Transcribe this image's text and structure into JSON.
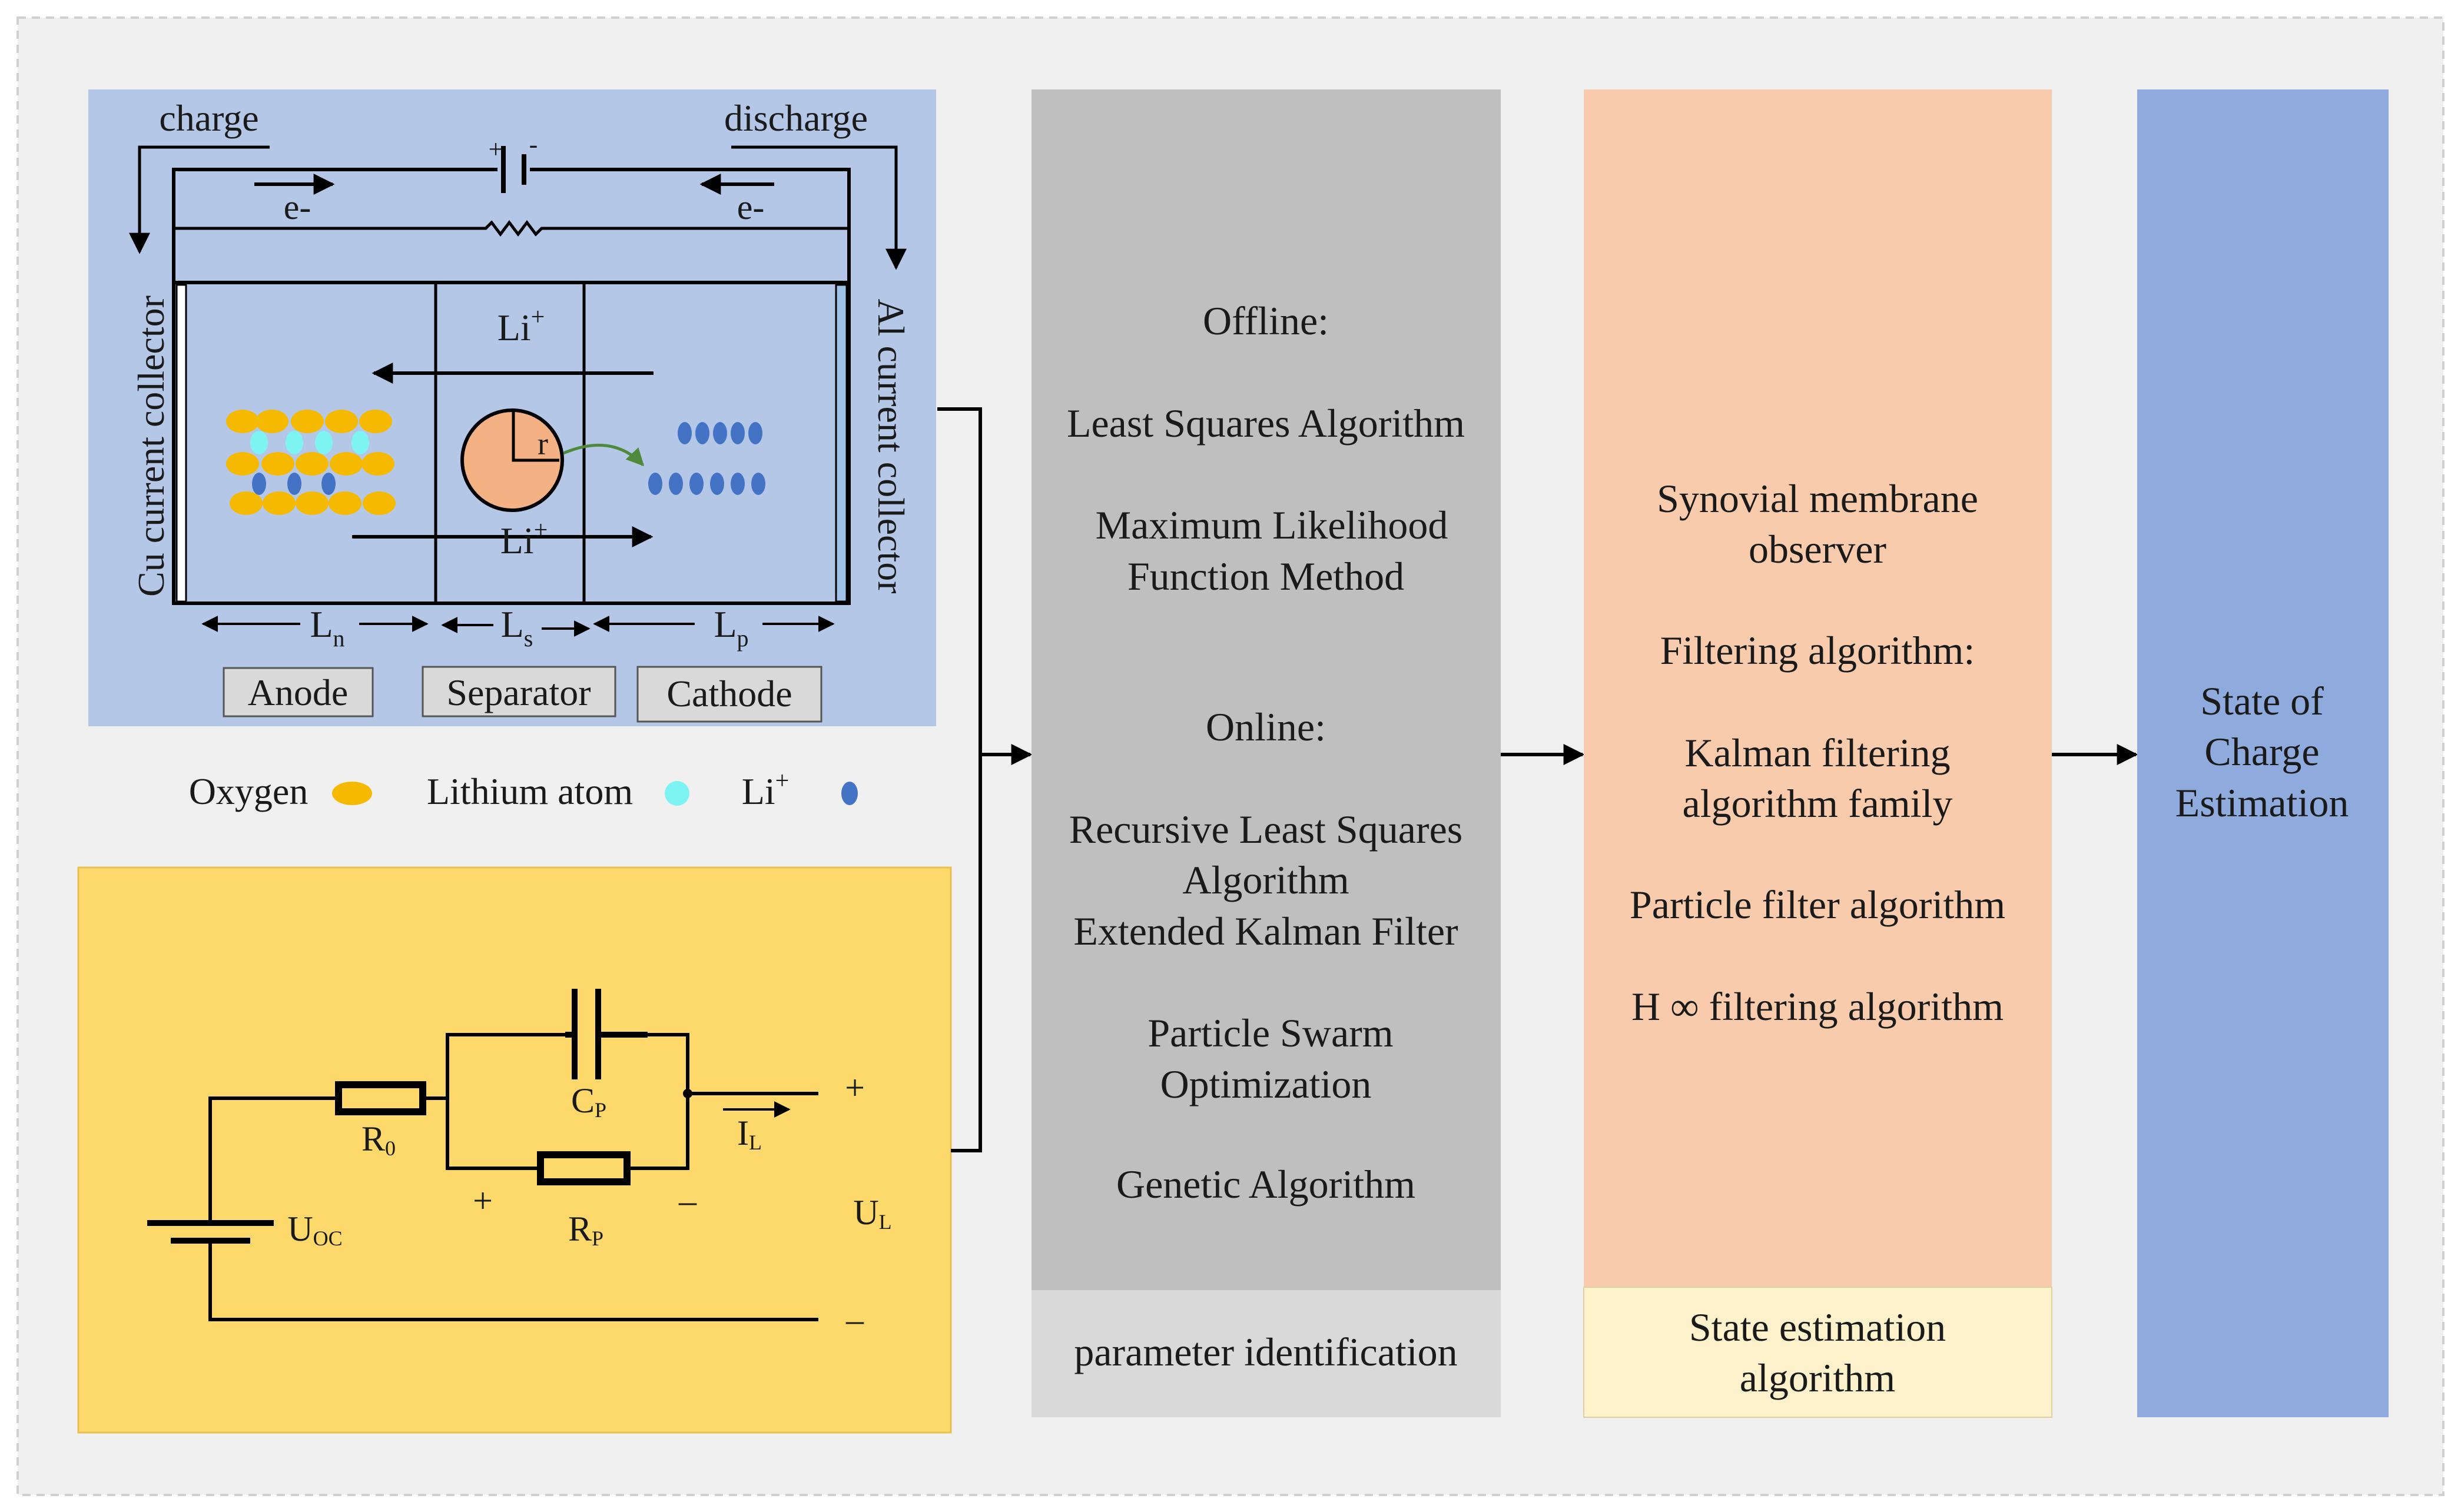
{
  "colors": {
    "frame_bg": "#f0f0f0",
    "cell_panel": "#b4c7e7",
    "circuit_panel": "#fdd86b",
    "param_panel": "#bfbfbf",
    "param_label_bg": "#d9d9d9",
    "state_panel": "#f7cbac",
    "state_label_bg": "#fef2cc",
    "soc_panel": "#8faadc",
    "oxygen": "#f5b900",
    "lithium_atom": "#7ef3f3",
    "li_ion": "#4472c4",
    "particle": "#f4b183",
    "particle_arrow": "#4f8a3c"
  },
  "cell": {
    "charge_label": "charge",
    "discharge_label": "discharge",
    "electron_left": "e-",
    "electron_right": "e-",
    "cu_collector_label": "Cu current collector",
    "al_collector_label": "Al current collector",
    "li_top_label": "Li",
    "li_top_sup": "+",
    "li_bottom_label": "Li",
    "li_bottom_sup": "+",
    "radius_label": "r",
    "ln_label": "L",
    "ln_sub": "n",
    "ls_label": "L",
    "ls_sub": "s",
    "lp_label": "L",
    "lp_sub": "p",
    "anode_label": "Anode",
    "separator_label": "Separator",
    "cathode_label": "Cathode"
  },
  "legend": {
    "oxygen_label": "Oxygen",
    "lithium_atom_label": "Lithium atom",
    "li_ion_label": "Li",
    "li_ion_sup": "+"
  },
  "circuit": {
    "r0": "R",
    "r0_sub": "0",
    "cp": "C",
    "cp_sub": "P",
    "rp": "R",
    "rp_sub": "P",
    "uoc": "U",
    "uoc_sub": "OC",
    "il": "I",
    "il_sub": "L",
    "ul": "U",
    "ul_sub": "L",
    "plus_out": "+",
    "minus_out": "–",
    "plus_rp": "+",
    "minus_rp": "–"
  },
  "param": {
    "offline": "Offline:",
    "least_squares": "Least Squares Algorithm",
    "mle_line1": "Maximum Likelihood",
    "mle_line2": "Function Method",
    "online": "Online:",
    "rls_line1": "Recursive Least Squares",
    "rls_line2": "Algorithm",
    "ekf": "Extended Kalman Filter",
    "pso_line1": "Particle Swarm",
    "pso_line2": "Optimization",
    "ga": "Genetic Algorithm",
    "caption": "parameter identification"
  },
  "state": {
    "smo_line1": "Synovial membrane",
    "smo_line2": "observer",
    "filtering": "Filtering algorithm:",
    "kalman_line1": "Kalman filtering",
    "kalman_line2": "algorithm family",
    "particle": "Particle filter algorithm",
    "hinf": "H ∞ filtering algorithm",
    "caption_line1": "State estimation",
    "caption_line2": "algorithm"
  },
  "soc": {
    "line1": "State of",
    "line2": "Charge",
    "line3": "Estimation"
  }
}
